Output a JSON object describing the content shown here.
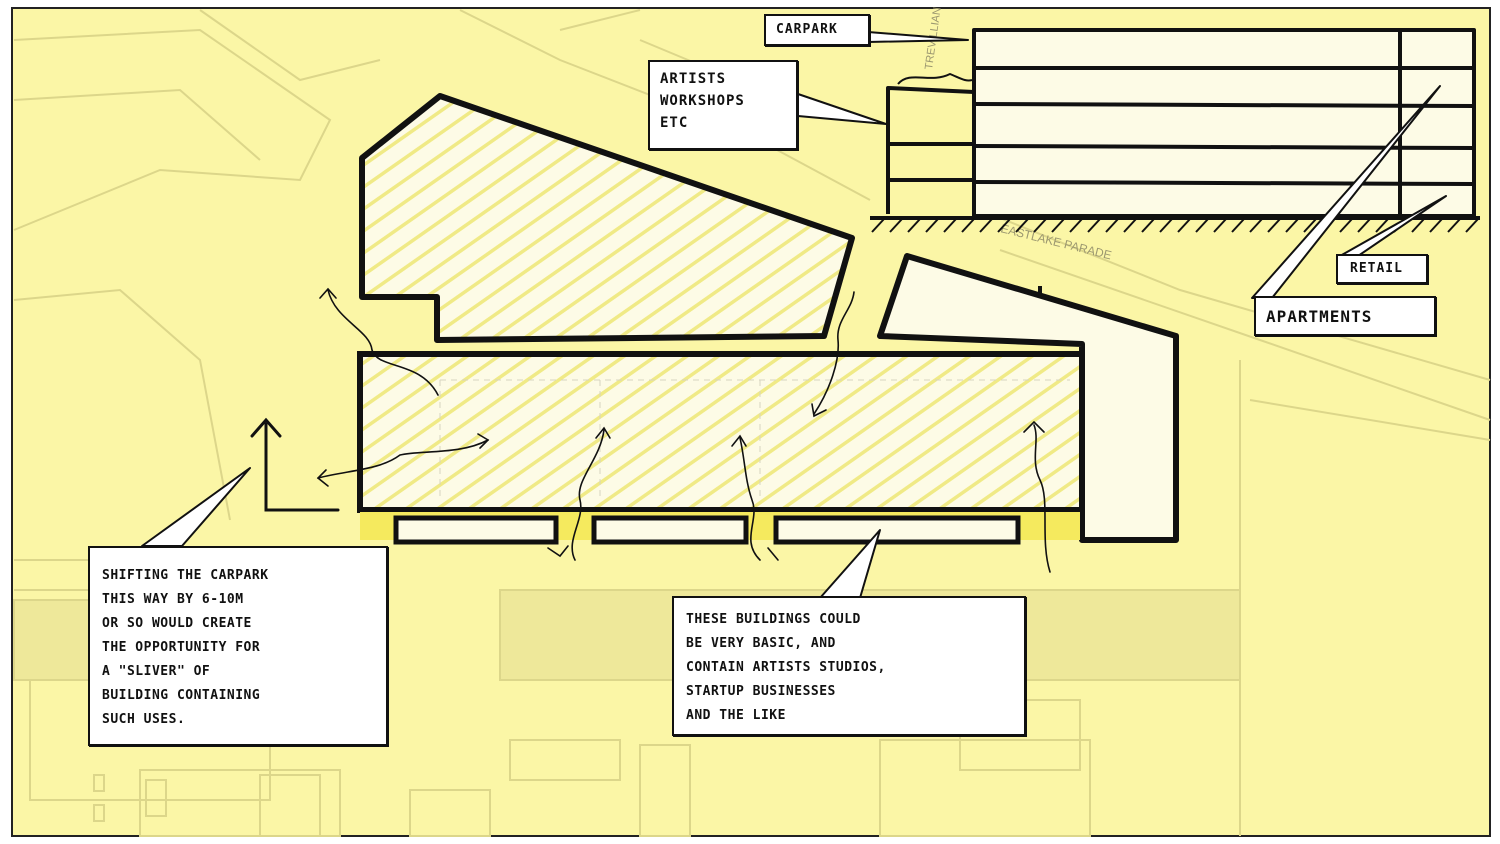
{
  "map": {
    "street_east": "EASTLAKE PARADE",
    "street_north": "TREVILLIAN"
  },
  "notes": {
    "carpark": "CARPARK",
    "artists": [
      "ARTISTS",
      "WORKSHOPS",
      "ETC"
    ],
    "retail": "RETAIL",
    "apartments": "APARTMENTS",
    "shifting": [
      "SHIFTING THE CARPARK",
      "THIS WAY BY 6-10m",
      "OR SO WOULD CREATE",
      "THE OPPORTUNITY FOR",
      "A \"SLIVER\" OF",
      "BUILDING CONTAINING",
      "SUCH USES."
    ],
    "buildings": [
      "THESE BUILDINGS COULD",
      "BE VERY BASIC, AND",
      "CONTAIN ARTISTS STUDIOS,",
      "STARTUP BUSINESSES",
      "AND THE LIKE"
    ]
  },
  "colors": {
    "paper": "#fbf6a6",
    "map_lines": "#dcd68a",
    "ink": "#111111",
    "hatch": "#f1ec8a"
  }
}
